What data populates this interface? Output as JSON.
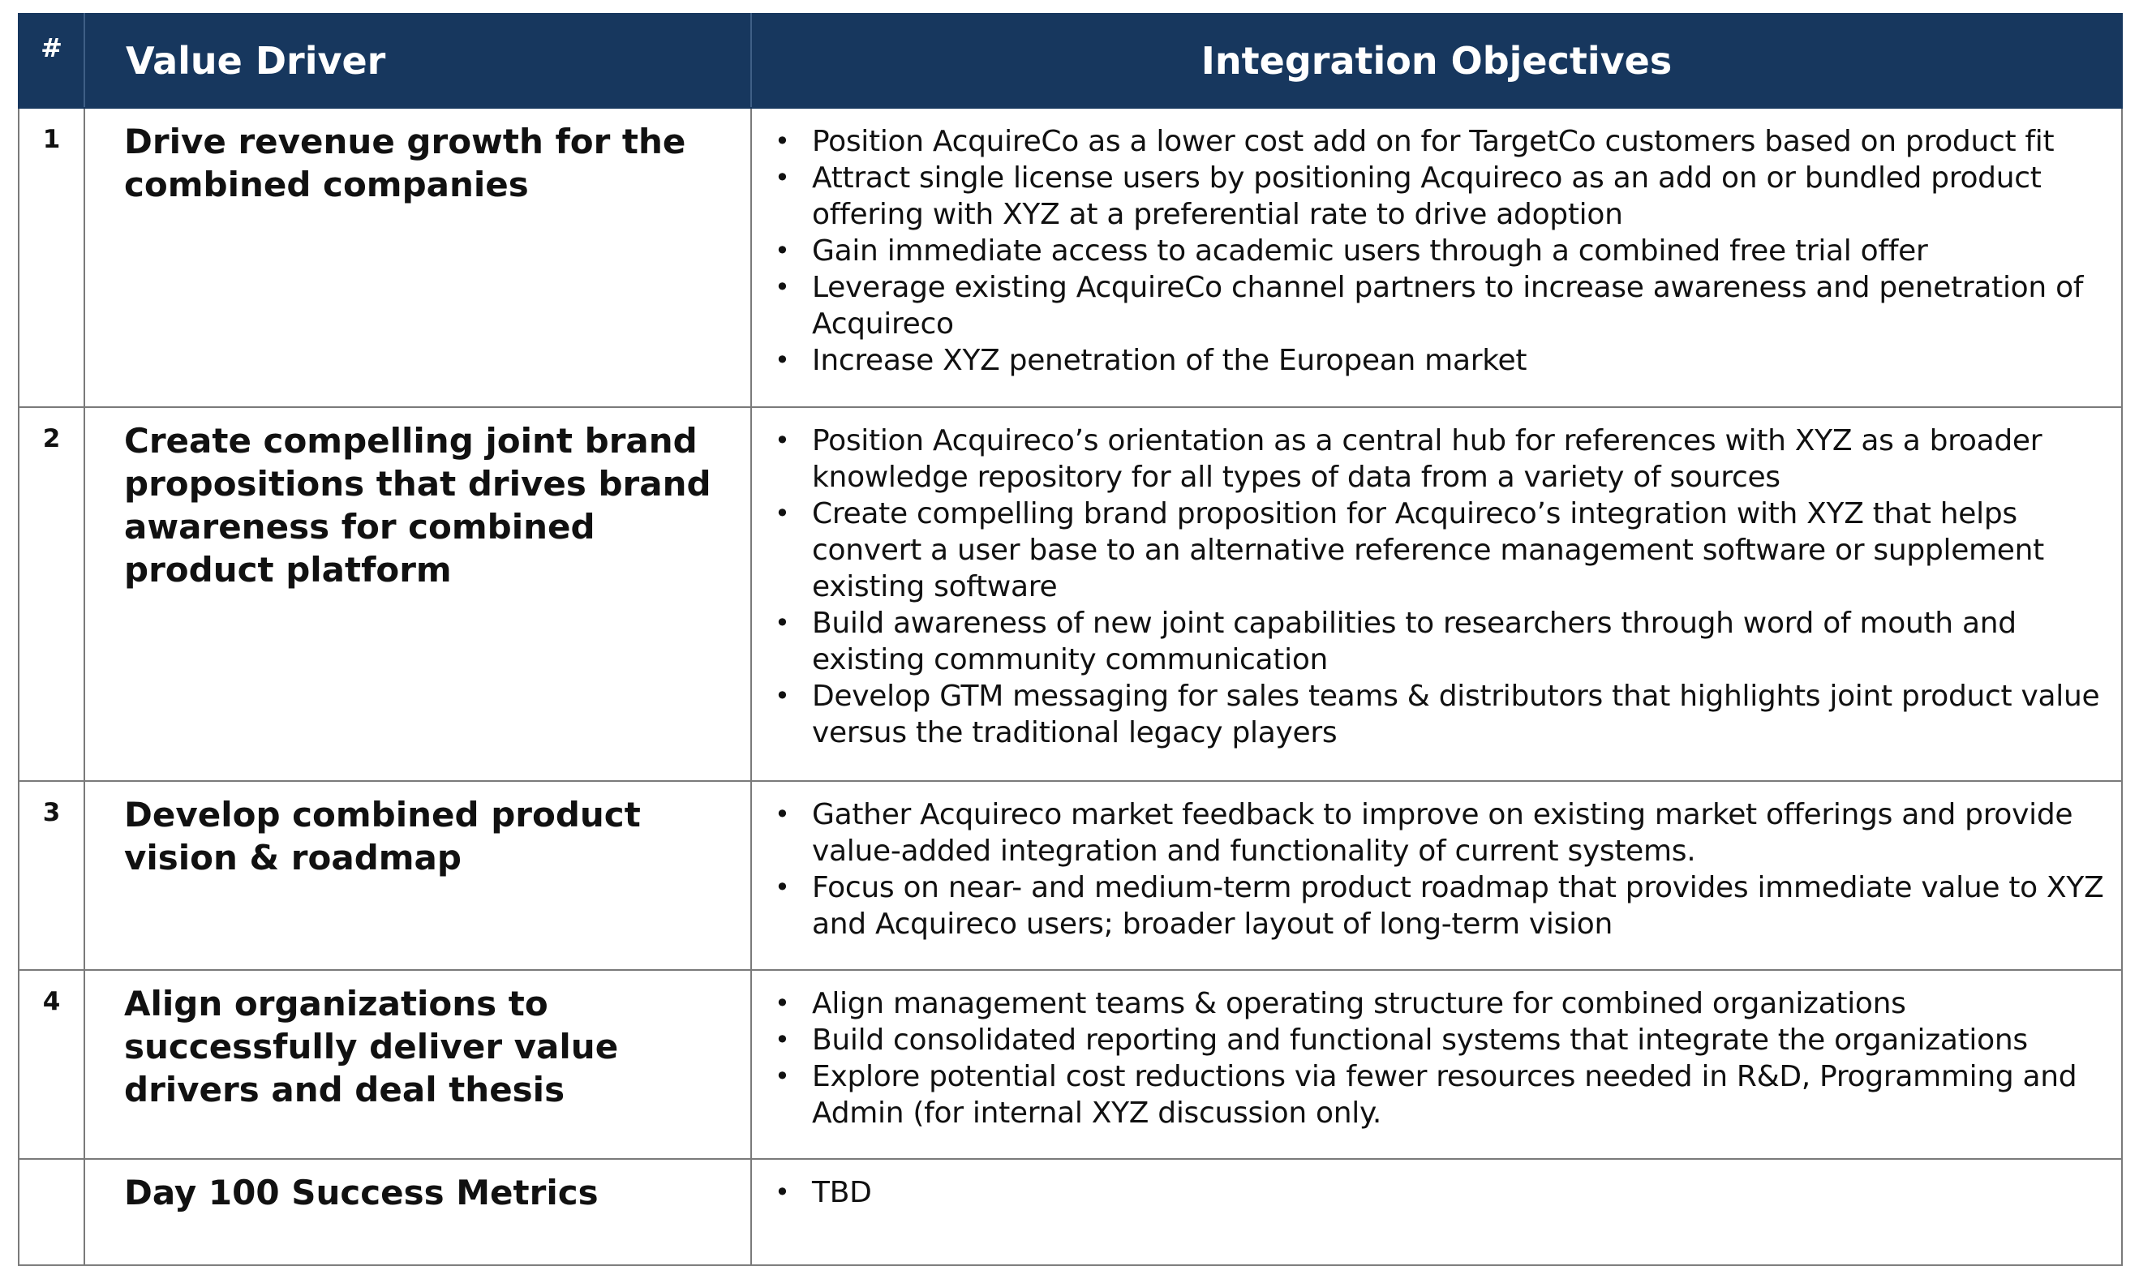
{
  "header": {
    "num": "#",
    "driver": "Value Driver",
    "objectives": "Integration Objectives"
  },
  "rows": [
    {
      "num": "1",
      "driver": "Drive revenue growth for the combined companies",
      "objectives": [
        "Position AcquireCo as a lower cost add on for TargetCo customers based on product fit",
        "Attract single license users by positioning Acquireco as an add on or bundled product offering with XYZ at a preferential rate to drive adoption",
        "Gain immediate access to academic users through a combined free trial offer",
        "Leverage existing AcquireCo channel partners to increase awareness and penetration of Acquireco",
        "Increase XYZ penetration of the European market"
      ]
    },
    {
      "num": "2",
      "driver": "Create compelling joint brand propositions that drives brand awareness for combined product platform",
      "objectives": [
        "Position Acquireco’s orientation as a central hub for references with XYZ as a broader knowledge repository for all types of data from a variety of sources",
        "Create compelling brand proposition for Acquireco’s integration with XYZ that helps convert a user base to an alternative reference management software or supplement existing software",
        "Build awareness of new joint capabilities to researchers through word of mouth and existing community communication",
        "Develop GTM messaging for sales teams & distributors that highlights joint product value versus the traditional legacy players"
      ]
    },
    {
      "num": "3",
      "driver": "Develop combined product vision & roadmap",
      "objectives": [
        "Gather Acquireco market feedback to improve on existing market offerings and provide value-added integration and functionality of current systems.",
        "Focus on near- and medium-term product roadmap that provides immediate value to XYZ and Acquireco users; broader layout of long-term vision"
      ]
    },
    {
      "num": "4",
      "driver": "Align organizations to successfully deliver value drivers and deal thesis",
      "objectives": [
        "Align management teams & operating structure for combined organizations",
        "Build consolidated reporting and functional systems that integrate the organizations",
        "Explore potential cost reductions via fewer resources needed in R&D, Programming and Admin (for internal XYZ discussion only."
      ]
    },
    {
      "num": "",
      "driver": "Day 100 Success Metrics",
      "objectives": [
        "TBD"
      ]
    }
  ]
}
